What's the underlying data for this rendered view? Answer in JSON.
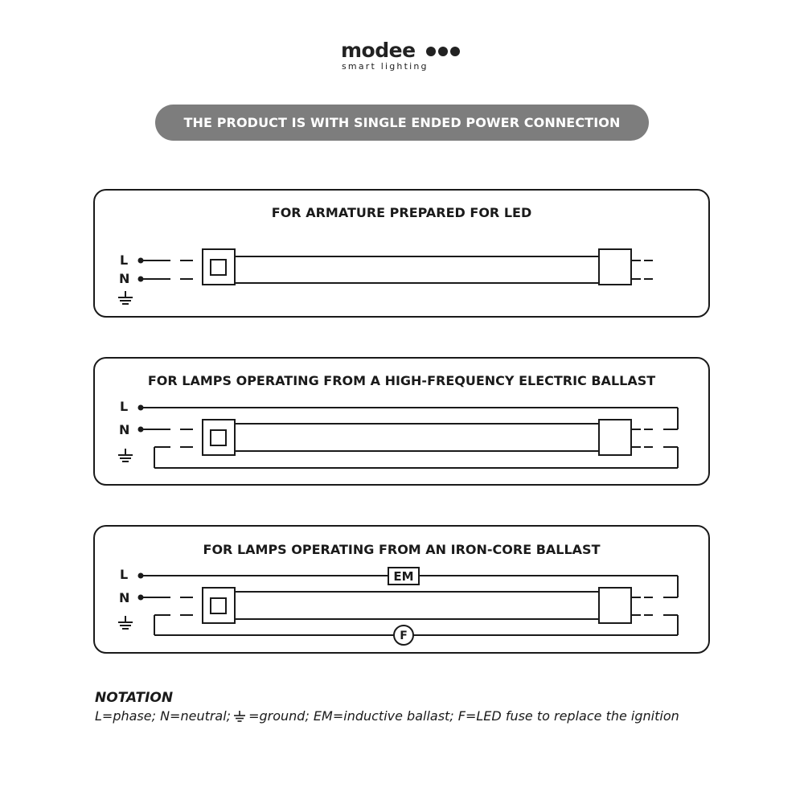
{
  "logo": {
    "name": "modee",
    "tagline": "smart lighting"
  },
  "banner": {
    "text": "THE PRODUCT IS WITH SINGLE ENDED POWER CONNECTION"
  },
  "panels": [
    {
      "title": "FOR ARMATURE PREPARED FOR LED",
      "labels": [
        "L",
        "N"
      ]
    },
    {
      "title": "FOR LAMPS OPERATING FROM A HIGH-FREQUENCY ELECTRIC BALLAST",
      "labels": [
        "L",
        "N"
      ]
    },
    {
      "title": "FOR LAMPS OPERATING FROM AN IRON-CORE BALLAST",
      "labels": [
        "L",
        "N"
      ],
      "em_label": "EM",
      "fuse_label": "F"
    }
  ],
  "notation": {
    "title": "NOTATION",
    "before_ground": "L=phase; N=neutral;",
    "after_ground": "=ground; EM=inductive ballast; F=LED fuse to replace the ignition"
  },
  "colors": {
    "ink": "#1a1a1a",
    "banner_bg": "#7d7d7d",
    "banner_text": "#ffffff",
    "background": "#ffffff"
  }
}
